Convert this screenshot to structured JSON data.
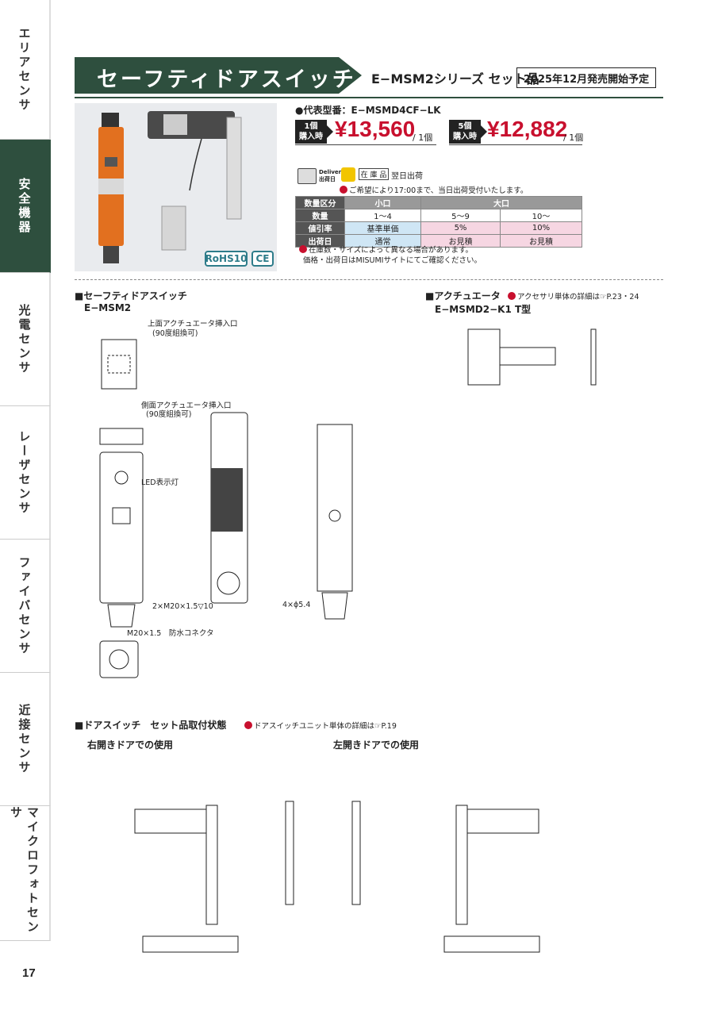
{
  "sidebar": [
    {
      "label": "エリアセンサ",
      "active": false
    },
    {
      "label": "安全機器",
      "active": true
    },
    {
      "label": "光電センサ",
      "active": false
    },
    {
      "label": "レーザセンサ",
      "active": false
    },
    {
      "label": "ファイバセンサ",
      "active": false
    },
    {
      "label": "近接センサ",
      "active": false
    },
    {
      "label": "マイクロフォトセンサ",
      "active": false
    }
  ],
  "page_number": "17",
  "header": {
    "title": "セーフティドアスイッチ",
    "series": "E−MSM2シリーズ セット品",
    "release": "2025年12月発売開始予定"
  },
  "badges": {
    "rohs": "RoHS10",
    "ce": "CE"
  },
  "product": {
    "model": "●代表型番：E−MSMD4CF−LK",
    "price1_tag_top": "1個",
    "price1_tag_bottom": "購入時",
    "price1": "¥13,560",
    "price1_unit": "/ 1個",
    "price5_tag_top": "5個",
    "price5_tag_bottom": "購入時",
    "price5": "¥12,882",
    "price5_unit": "/ 1個"
  },
  "delivery": {
    "icon_label_top": "Delivery",
    "icon_label_bottom": "出荷日",
    "stock": "在 庫 品",
    "next_day": "翌日出荷",
    "note": "ご希望により17:00まで、当日出荷受付いたします。"
  },
  "qty_table": {
    "rows": [
      [
        "数量区分",
        "小口",
        "大口",
        ""
      ],
      [
        "数量",
        "1〜4",
        "5〜9",
        "10〜"
      ],
      [
        "値引率",
        "基準単価",
        "5%",
        "10%"
      ],
      [
        "出荷日",
        "通常",
        "お見積",
        "お見積"
      ]
    ]
  },
  "notes": [
    "在庫数・サイズによって異なる場合があります。",
    "価格・出荷日はMISUMIサイトにてご確認ください。"
  ],
  "sections": {
    "switch_title": "■セーフティドアスイッチ",
    "switch_model": "E−MSM2",
    "actuator_title": "■アクチュエータ",
    "actuator_model": "E−MSMD2−K1 T型",
    "actuator_ref": "アクセサリ単体の詳細は☞P.23・24",
    "door_title": "■ドアスイッチ　セット品取付状態",
    "door_ref": "ドアスイッチユニット単体の詳細は☞P.19",
    "right_door": "右開きドアでの使用",
    "left_door": "左開きドアでの使用"
  },
  "drawing_labels": {
    "top_insert": "上面アクチュエータ挿入口",
    "top_insert_note": "(90度組換可)",
    "side_insert": "側面アクチュエータ挿入口",
    "side_insert_note": "(90度組換可)",
    "led": "LED表示灯",
    "thread": "2×M20×1.5▽10",
    "connector": "M20×1.5　防水コネクタ",
    "holes": "4×ϕ5.4"
  }
}
